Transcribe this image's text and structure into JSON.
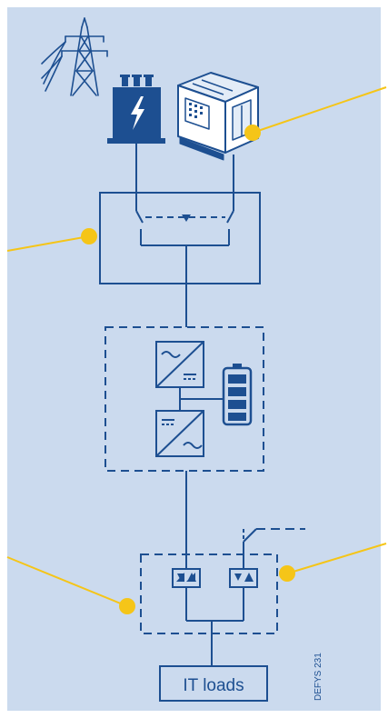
{
  "diagram": {
    "load_label": "IT loads",
    "reference_code": "DEFYS 231",
    "colors": {
      "background": "#cbdaee",
      "border": "#ffffff",
      "line": "#1d4f91",
      "icon_fill": "#1d4f91",
      "callout_line": "#f5c518",
      "callout_dot": "#f5c518"
    },
    "components": [
      {
        "id": "utility-grid",
        "icon": "power-pylon-icon"
      },
      {
        "id": "transformer",
        "icon": "transformer-lightning-icon"
      },
      {
        "id": "generator",
        "icon": "generator-icon"
      },
      {
        "id": "transfer-switch",
        "icon": "ats-switch-icon"
      },
      {
        "id": "ups",
        "icon": "ups-converter-icon"
      },
      {
        "id": "battery",
        "icon": "battery-icon"
      },
      {
        "id": "pdu",
        "icon": "pdu-breaker-icon"
      },
      {
        "id": "it-loads",
        "icon": "load-box-icon"
      }
    ]
  }
}
